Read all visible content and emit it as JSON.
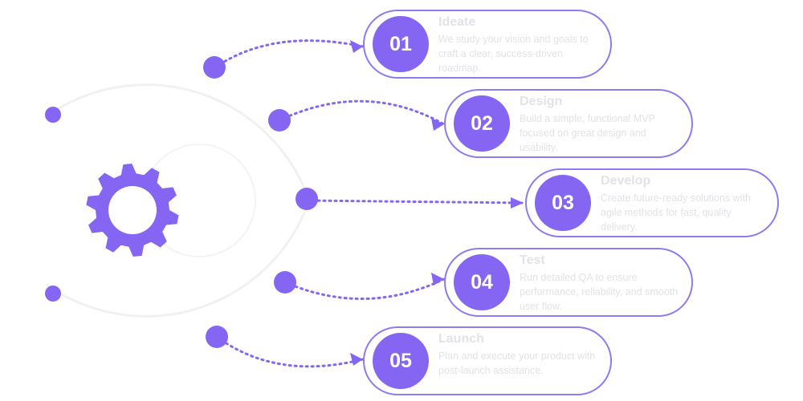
{
  "colors": {
    "accent": "#8566f2",
    "outline": "#8b7cf0",
    "dotted": "#8566f2",
    "text_faint": "#e2e2e7"
  },
  "icons": {
    "gear": "gear-icon"
  },
  "steps": [
    {
      "number": "01",
      "title": "Ideate",
      "description": "We study your vision and goals to craft a clear, success-driven roadmap."
    },
    {
      "number": "02",
      "title": "Design",
      "description": "Build a simple, functional MVP focused on great design and usability."
    },
    {
      "number": "03",
      "title": "Develop",
      "description": "Create future-ready solutions with agile methods for fast, quality delivery."
    },
    {
      "number": "04",
      "title": "Test",
      "description": "Run detailed QA to ensure performance, reliability, and smooth user flow."
    },
    {
      "number": "05",
      "title": "Launch",
      "description": "Plan and execute your product with post-launch assistance."
    }
  ]
}
